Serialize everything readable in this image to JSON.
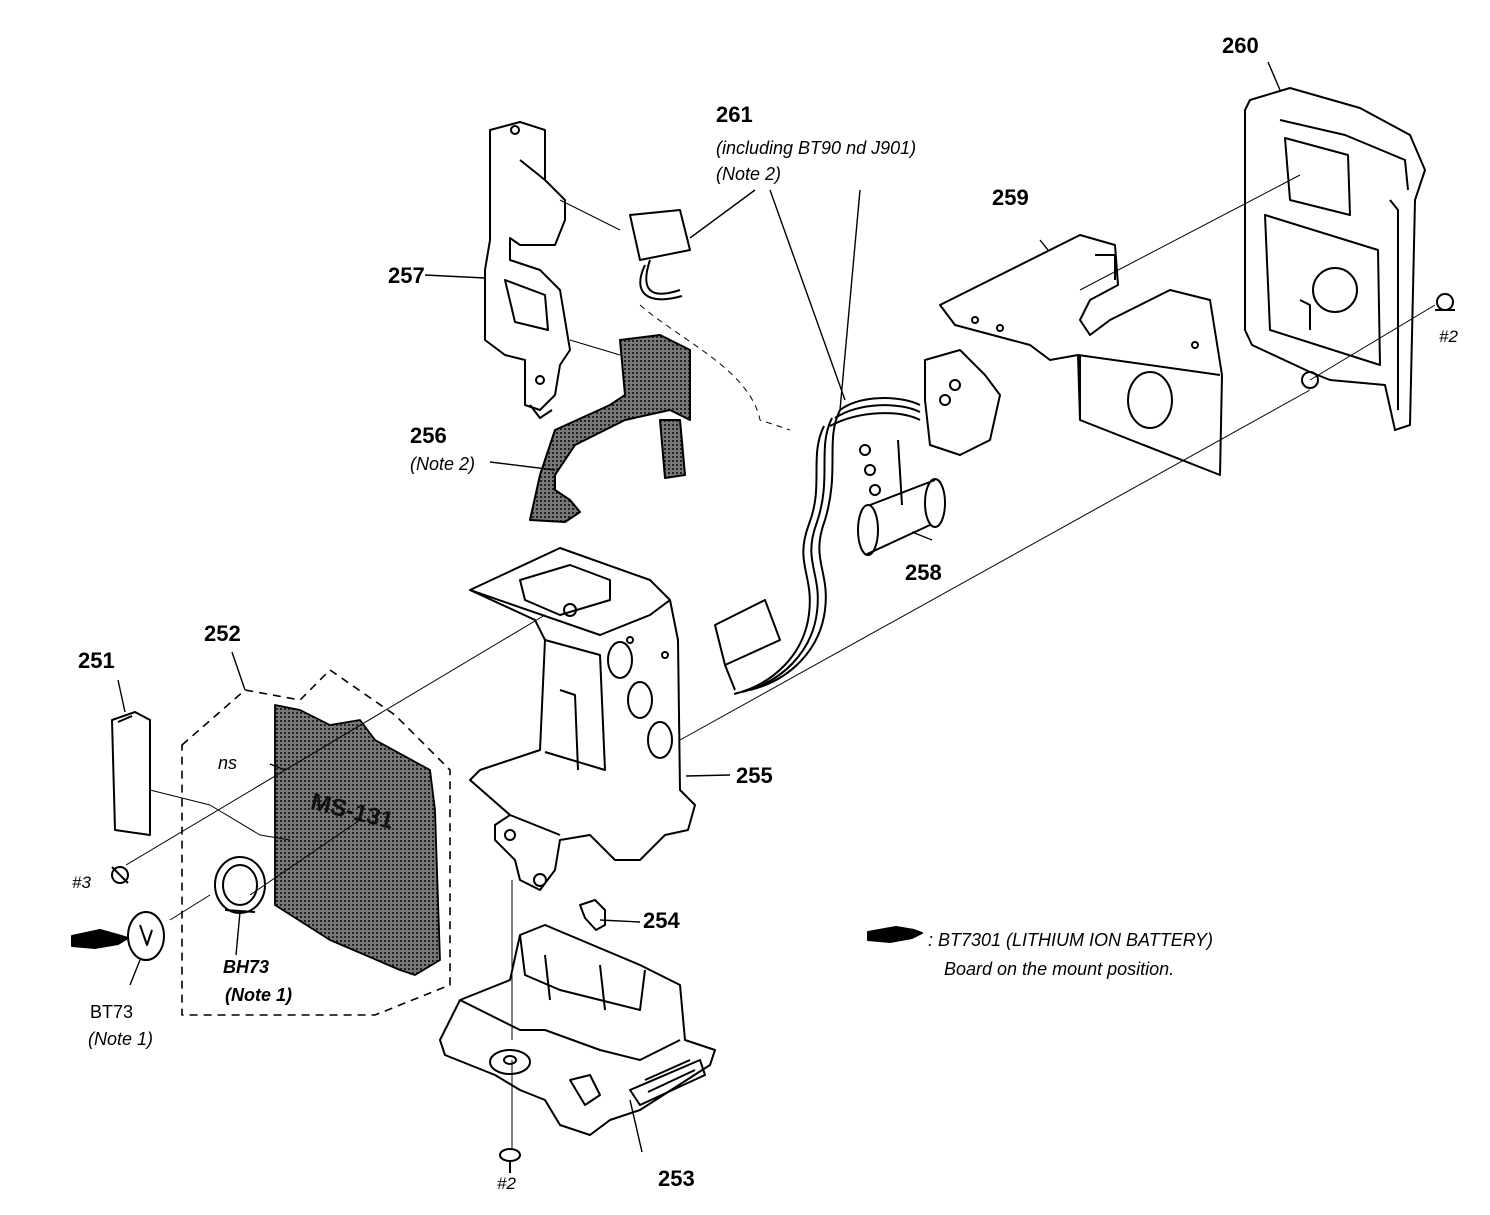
{
  "parts": {
    "p251": "251",
    "p252": "252",
    "p253": "253",
    "p254": "254",
    "p255": "255",
    "p256": "256",
    "p257": "257",
    "p258": "258",
    "p259": "259",
    "p260": "260",
    "p261": "261"
  },
  "notes": {
    "p256_note": "(Note 2)",
    "p261_including": "(including BT90   nd J901)",
    "p261_note": "(Note 2)",
    "bh73": "BH73",
    "bh73_note": "(Note 1)",
    "bt73": "BT73",
    "bt73_note": "(Note 1)",
    "ns": "ns",
    "board_text": "MS-131"
  },
  "screws": {
    "s2_right": "#2",
    "s2_bottom": "#2",
    "s3": "#3"
  },
  "legend": {
    "line1": ": BT7301 (LITHIUM ION BATTERY)",
    "line2": "Board on the mount position."
  }
}
